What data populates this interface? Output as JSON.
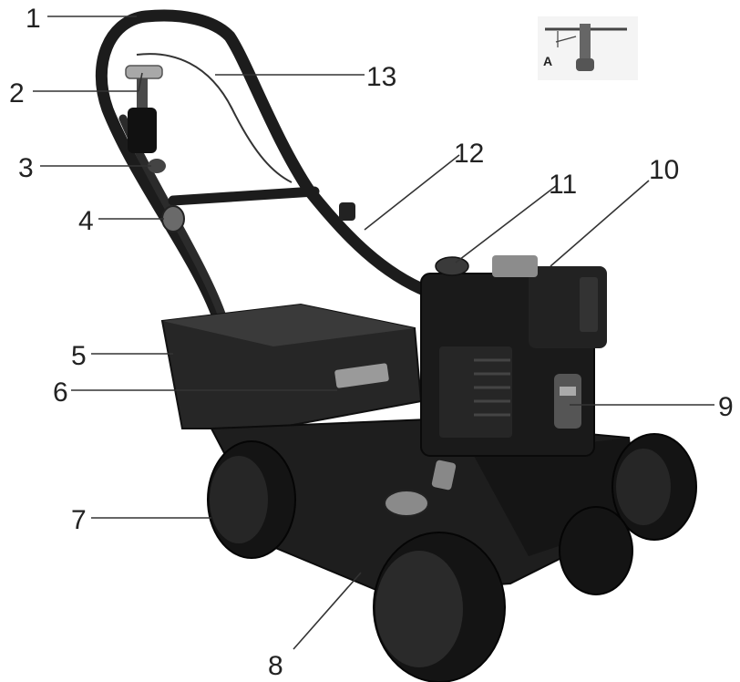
{
  "callouts": [
    {
      "id": 1,
      "label": "1"
    },
    {
      "id": 2,
      "label": "2"
    },
    {
      "id": 3,
      "label": "3"
    },
    {
      "id": 4,
      "label": "4"
    },
    {
      "id": 5,
      "label": "5"
    },
    {
      "id": 6,
      "label": "6"
    },
    {
      "id": 7,
      "label": "7"
    },
    {
      "id": 8,
      "label": "8"
    },
    {
      "id": 9,
      "label": "9"
    },
    {
      "id": 10,
      "label": "10"
    },
    {
      "id": 11,
      "label": "11"
    },
    {
      "id": 12,
      "label": "12"
    },
    {
      "id": 13,
      "label": "13"
    }
  ],
  "inset": {
    "label": "A"
  }
}
